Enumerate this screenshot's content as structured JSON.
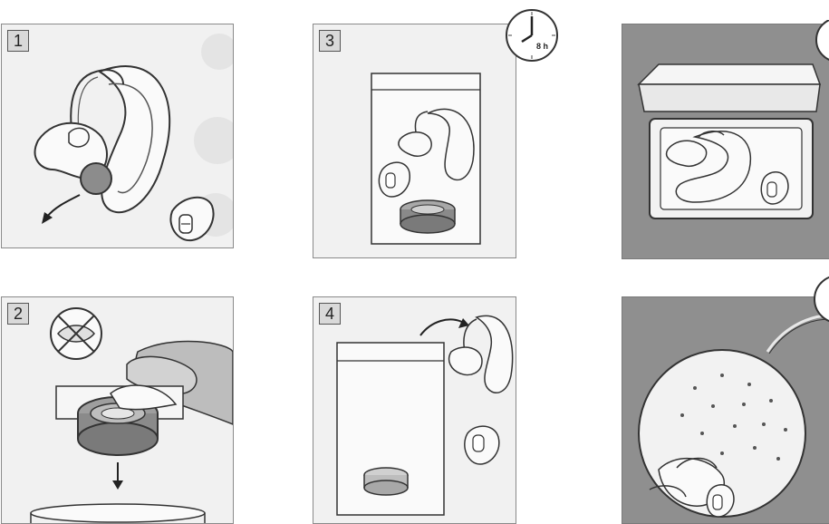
{
  "panels": [
    {
      "id": "p1",
      "step": "1"
    },
    {
      "id": "p2",
      "step": "2"
    },
    {
      "id": "p3",
      "step": "3"
    },
    {
      "id": "p4",
      "step": "4"
    },
    {
      "id": "p5",
      "step": ""
    },
    {
      "id": "p6",
      "step": ""
    }
  ],
  "clock": {
    "label": "8 h"
  },
  "icons": {
    "battery_removal": "arrow-down-icon",
    "no_touch": "crossed-out-circle-icon",
    "time": "clock-icon"
  }
}
